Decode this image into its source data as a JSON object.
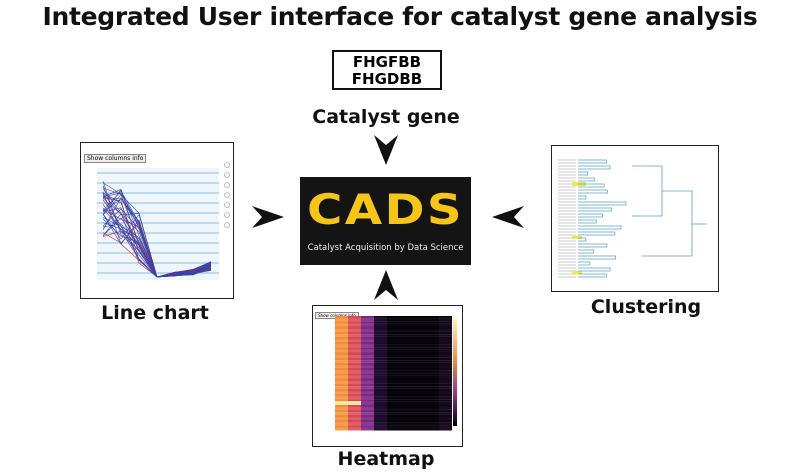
{
  "title": "Integrated User interface for catalyst gene analysis",
  "genes": [
    "FHGFBB",
    "FHGDBB"
  ],
  "labels": {
    "catalyst_gene": "Catalyst gene",
    "line_chart": "Line chart",
    "clustering": "Clustering",
    "heatmap": "Heatmap"
  },
  "cads": {
    "logo": "CADS",
    "subtitle": "Catalyst Acquisition by Data Science",
    "bg_color": "#141414",
    "logo_color": "#f5c518"
  },
  "line_chart_panel": {
    "button": "Show columns info"
  },
  "heatmap_panel": {
    "button": "Show columns info"
  }
}
